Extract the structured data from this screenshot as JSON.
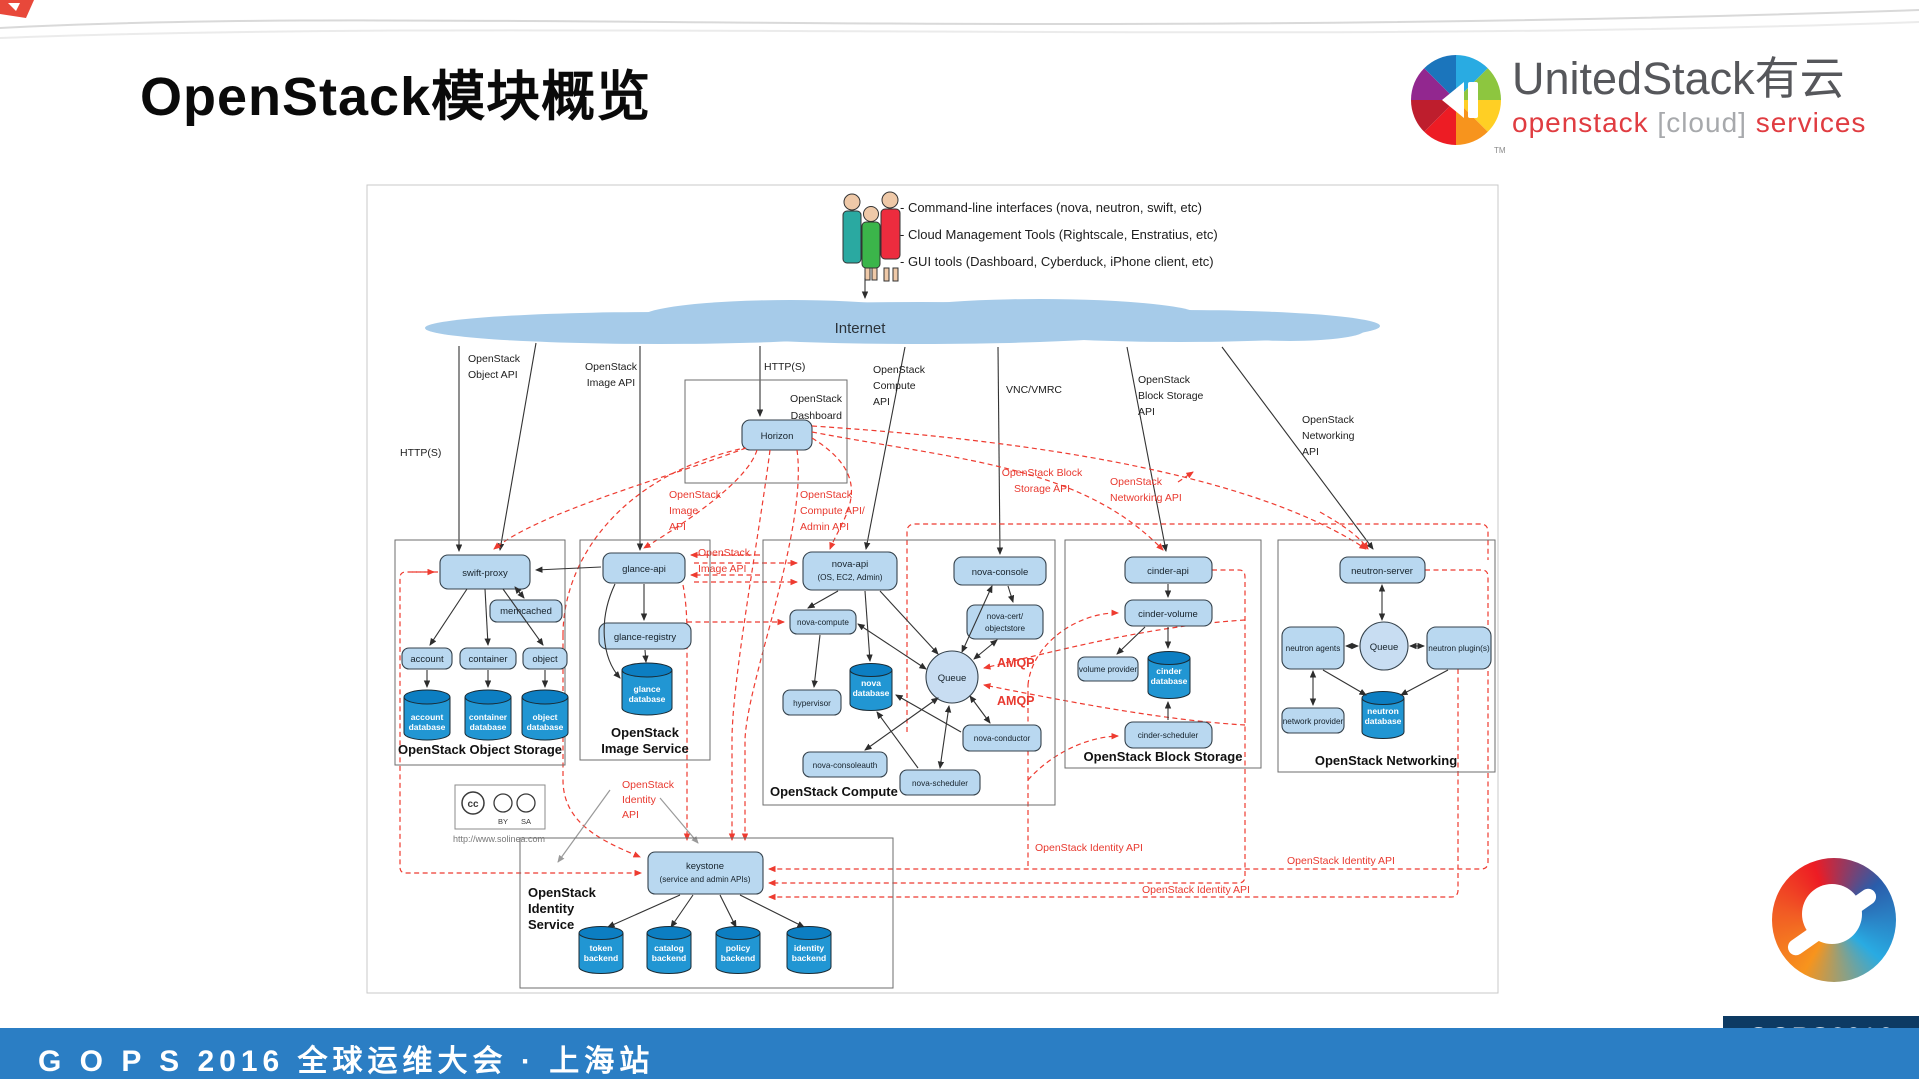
{
  "slide": {
    "title": "OpenStack模块概览"
  },
  "brand": {
    "name": "UnitedStack有云",
    "tm": "TM",
    "sub_openstack": "openstack",
    "sub_cloud": "[cloud]",
    "sub_services": "services"
  },
  "footer": {
    "text": "G O P S 2016 全球运维大会 · 上海站",
    "gops": "GOPS",
    "year": "2016",
    "city": "Shanghai"
  },
  "diagram": {
    "client": {
      "line1": "- Command-line interfaces (nova, neutron, swift, etc)",
      "line2": "- Cloud Management Tools (Rightscale, Enstratius, etc)",
      "line3": "- GUI tools (Dashboard, Cyberduck, iPhone client, etc)"
    },
    "internet": "Internet",
    "labels": {
      "http_left": "HTTP(S)",
      "http_center": "HTTP(S)",
      "object_api_1": "OpenStack",
      "object_api_2": "Object API",
      "image_api_1": "OpenStack",
      "image_api_2": "Image API",
      "compute_api_1": "OpenStack",
      "compute_api_2": "Compute",
      "compute_api_3": "API",
      "vnc": "VNC/VMRC",
      "block_api_1": "OpenStack",
      "block_api_2": "Block Storage",
      "block_api_3": "API",
      "net_api_1": "OpenStack",
      "net_api_2": "Networking",
      "net_api_3": "API",
      "dashboard_1": "OpenStack",
      "dashboard_2": "Dashboard"
    },
    "red": {
      "image_1": "OpenStack",
      "image_2": "Image",
      "image_3": "API",
      "image_b1": "OpenStack",
      "image_b2": "Image API",
      "compute_1": "OpenStack",
      "compute_2": "Compute API/",
      "compute_3": "Admin API",
      "block_1": "OpenStack Block",
      "block_2": "Storage API",
      "net_1": "OpenStack",
      "net_2": "Networking API",
      "amqp1": "AMQP",
      "amqp2": "AMQP",
      "identity_mid": "OpenStack Identity API",
      "identity_right": "OpenStack Identity API",
      "identity_bottom": "OpenStack Identity API",
      "identity_l1": "OpenStack",
      "identity_l2": "Identity",
      "identity_l3": "API"
    },
    "dashboard": {
      "horizon": "Horizon"
    },
    "object_storage": {
      "title": "OpenStack Object Storage",
      "proxy": "swift-proxy",
      "memcached": "memcached",
      "account": "account",
      "container": "container",
      "object": "object",
      "account_db1": "account",
      "account_db2": "database",
      "container_db1": "container",
      "container_db2": "database",
      "object_db1": "object",
      "object_db2": "database"
    },
    "image_service": {
      "title_1": "OpenStack",
      "title_2": "Image Service",
      "api": "glance-api",
      "registry": "glance-registry",
      "db1": "glance",
      "db2": "database"
    },
    "compute": {
      "title": "OpenStack Compute",
      "api_1": "nova-api",
      "api_2": "(OS, EC2, Admin)",
      "console": "nova-console",
      "compute": "nova-compute",
      "cert_1": "nova-cert/",
      "cert_2": "objectstore",
      "hypervisor": "hypervisor",
      "db1": "nova",
      "db2": "database",
      "queue": "Queue",
      "conductor": "nova-conductor",
      "consoleauth": "nova-consoleauth",
      "scheduler": "nova-scheduler"
    },
    "block_storage": {
      "title": "OpenStack Block Storage",
      "api": "cinder-api",
      "volume": "cinder-volume",
      "provider": "volume provider",
      "db1": "cinder",
      "db2": "database",
      "scheduler": "cinder-scheduler"
    },
    "networking": {
      "title": "OpenStack Networking",
      "server": "neutron-server",
      "agents": "neutron agents",
      "queue": "Queue",
      "plugins": "neutron plugin(s)",
      "provider": "network provider",
      "db1": "neutron",
      "db2": "database"
    },
    "identity": {
      "title_1": "OpenStack",
      "title_2": "Identity",
      "title_3": "Service",
      "keystone_1": "keystone",
      "keystone_2": "(service and admin APIs)",
      "token_1": "token",
      "token_2": "backend",
      "catalog_1": "catalog",
      "catalog_2": "backend",
      "policy_1": "policy",
      "policy_2": "backend",
      "identity_1": "identity",
      "identity_2": "backend"
    },
    "credit": {
      "cc": "cc",
      "by": "BY",
      "sa": "SA",
      "url": "http://www.solinea.com"
    }
  }
}
